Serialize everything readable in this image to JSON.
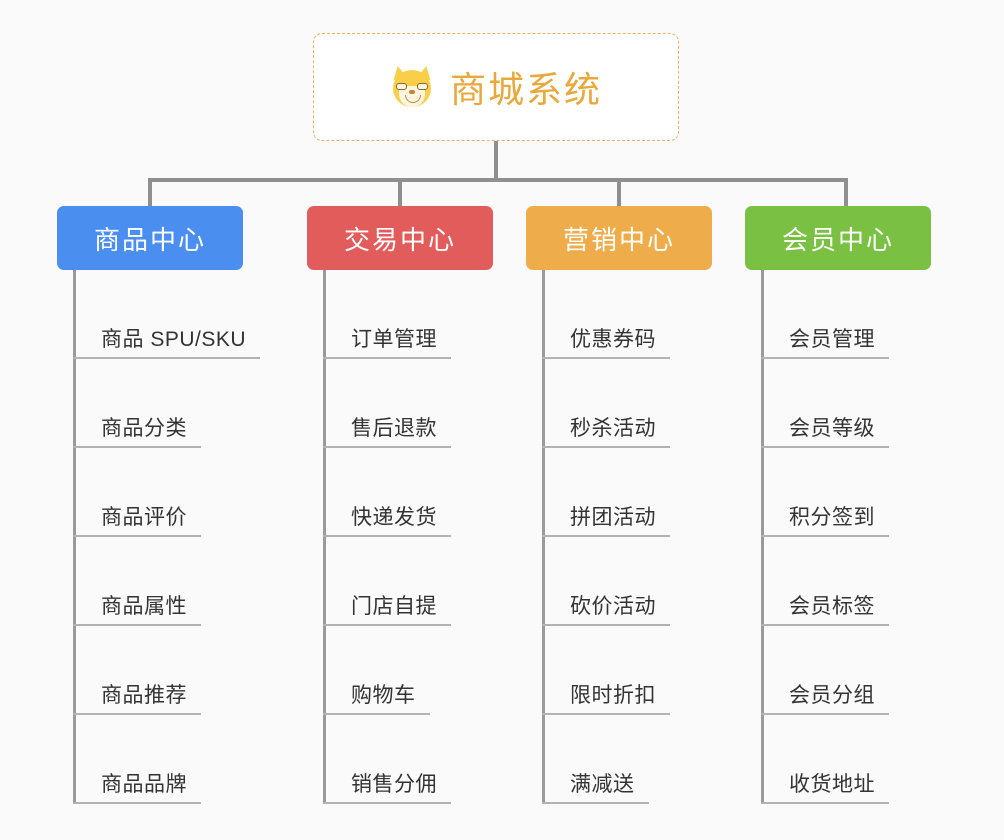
{
  "root": {
    "title": "商城系统",
    "icon": "shiba-dog-emoji",
    "icon_glyph": "🐕",
    "title_color": "#e8a83a",
    "border_color": "#e8b060"
  },
  "colors": {
    "background": "#fafafa",
    "connector": "#8f8f8f",
    "leaf_text": "#333333",
    "leaf_underline": "#b2b2b2"
  },
  "branches": [
    {
      "label": "商品中心",
      "color": "#4a8ef0",
      "leaves": [
        "商品 SPU/SKU",
        "商品分类",
        "商品评价",
        "商品属性",
        "商品推荐",
        "商品品牌"
      ]
    },
    {
      "label": "交易中心",
      "color": "#e25c5c",
      "leaves": [
        "订单管理",
        "售后退款",
        "快递发货",
        "门店自提",
        "购物车",
        "销售分佣"
      ]
    },
    {
      "label": "营销中心",
      "color": "#eead4a",
      "leaves": [
        "优惠券码",
        "秒杀活动",
        "拼团活动",
        "砍价活动",
        "限时折扣",
        "满减送"
      ]
    },
    {
      "label": "会员中心",
      "color": "#7ac143",
      "leaves": [
        "会员管理",
        "会员等级",
        "积分签到",
        "会员标签",
        "会员分组",
        "收货地址"
      ]
    }
  ]
}
